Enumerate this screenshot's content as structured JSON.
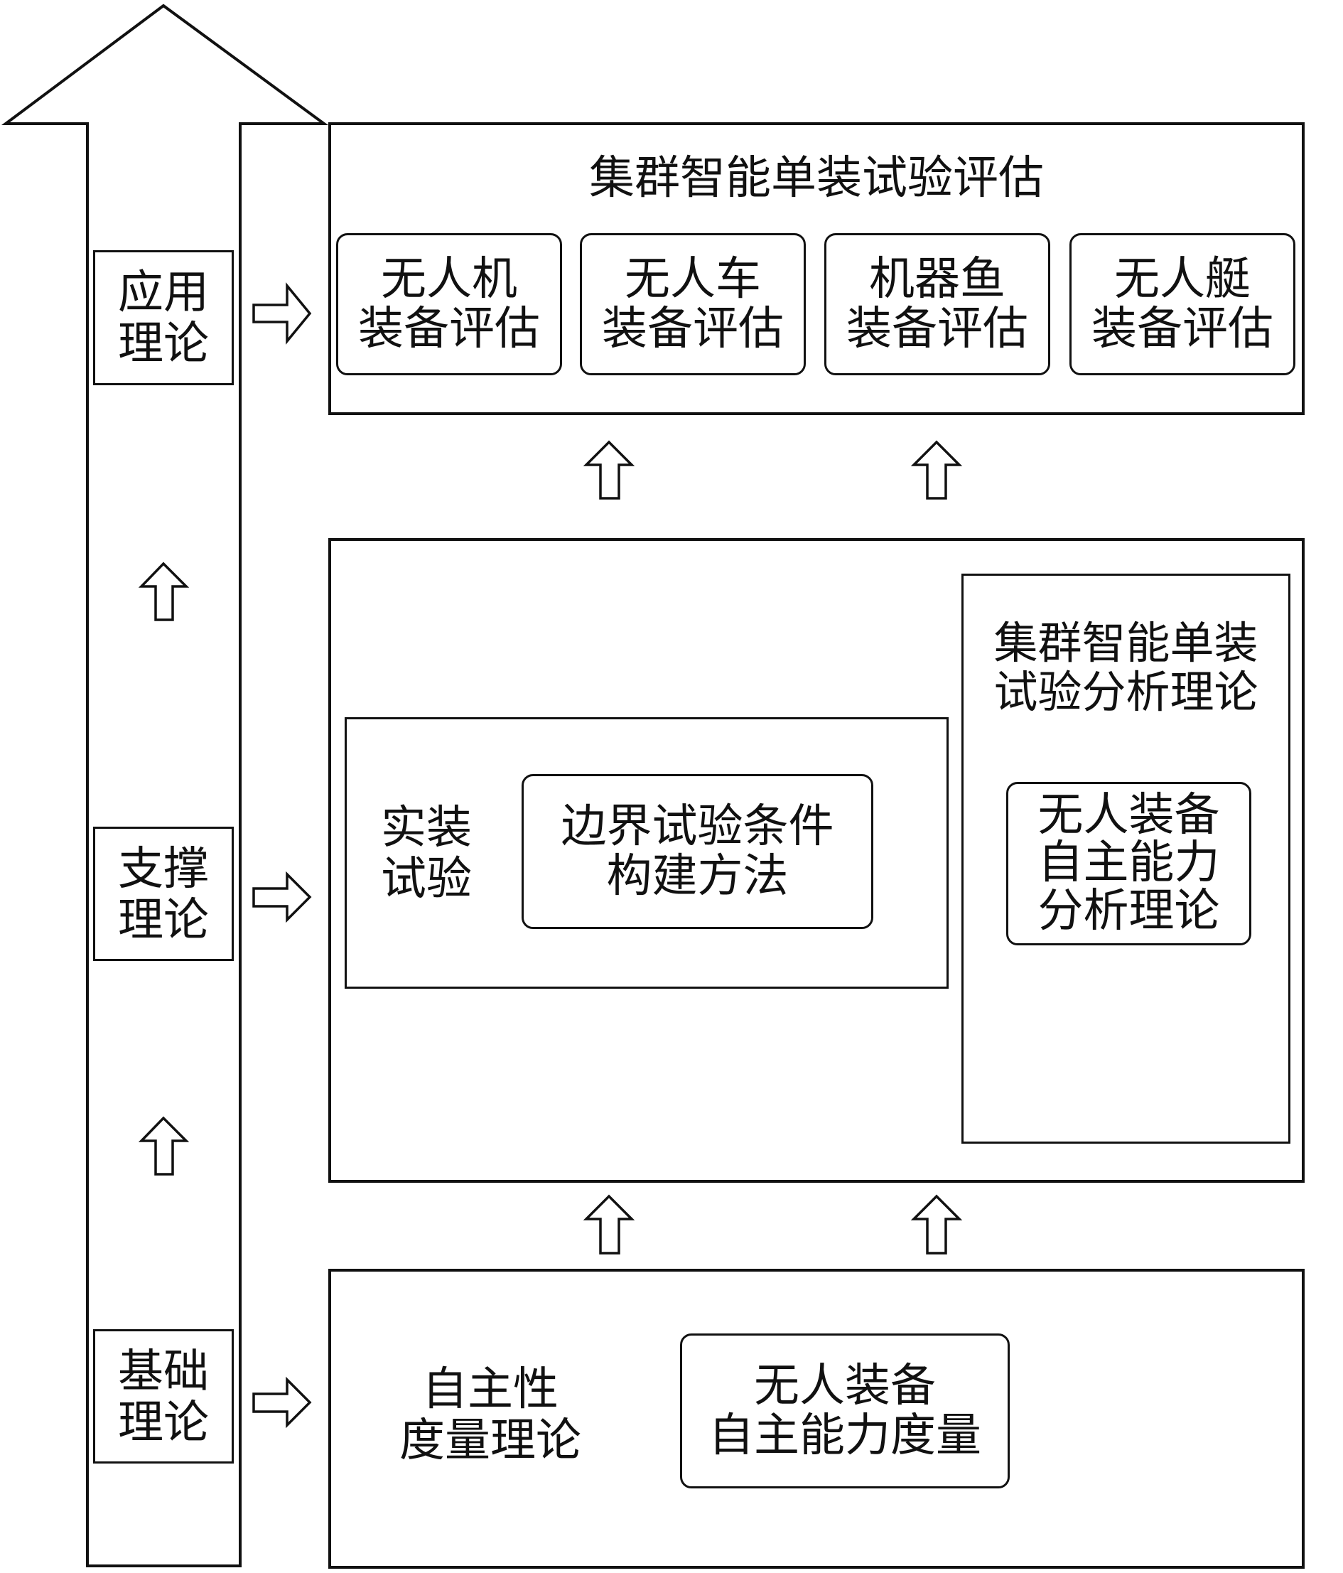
{
  "diagram": {
    "left_column": {
      "levels": [
        {
          "id": "application",
          "lines": [
            "应用",
            "理论"
          ]
        },
        {
          "id": "support",
          "lines": [
            "支撑",
            "理论"
          ]
        },
        {
          "id": "foundation",
          "lines": [
            "基础",
            "理论"
          ]
        }
      ]
    },
    "top_section": {
      "title": "集群智能单装试验评估",
      "cards": [
        {
          "lines": [
            "无人机",
            "装备评估"
          ]
        },
        {
          "lines": [
            "无人车",
            "装备评估"
          ]
        },
        {
          "lines": [
            "机器鱼",
            "装备评估"
          ]
        },
        {
          "lines": [
            "无人艇",
            "装备评估"
          ]
        }
      ]
    },
    "middle_section": {
      "field_test": {
        "label_lines": [
          "实装",
          "试验"
        ],
        "card_lines": [
          "边界试验条件",
          "构建方法"
        ]
      },
      "analysis": {
        "title_lines": [
          "集群智能单装",
          "试验分析理论"
        ],
        "card_lines": [
          "无人装备",
          "自主能力",
          "分析理论"
        ]
      }
    },
    "bottom_section": {
      "label_lines": [
        "自主性",
        "度量理论"
      ],
      "card_lines": [
        "无人装备",
        "自主能力度量"
      ]
    },
    "connectors": {
      "left_to_right": [
        "application→top_section",
        "support→middle_section",
        "foundation→bottom_section"
      ],
      "upward": [
        "middle_section→top_section (2)",
        "bottom_section→middle_section (2)",
        "foundation→support",
        "support→application"
      ]
    }
  }
}
